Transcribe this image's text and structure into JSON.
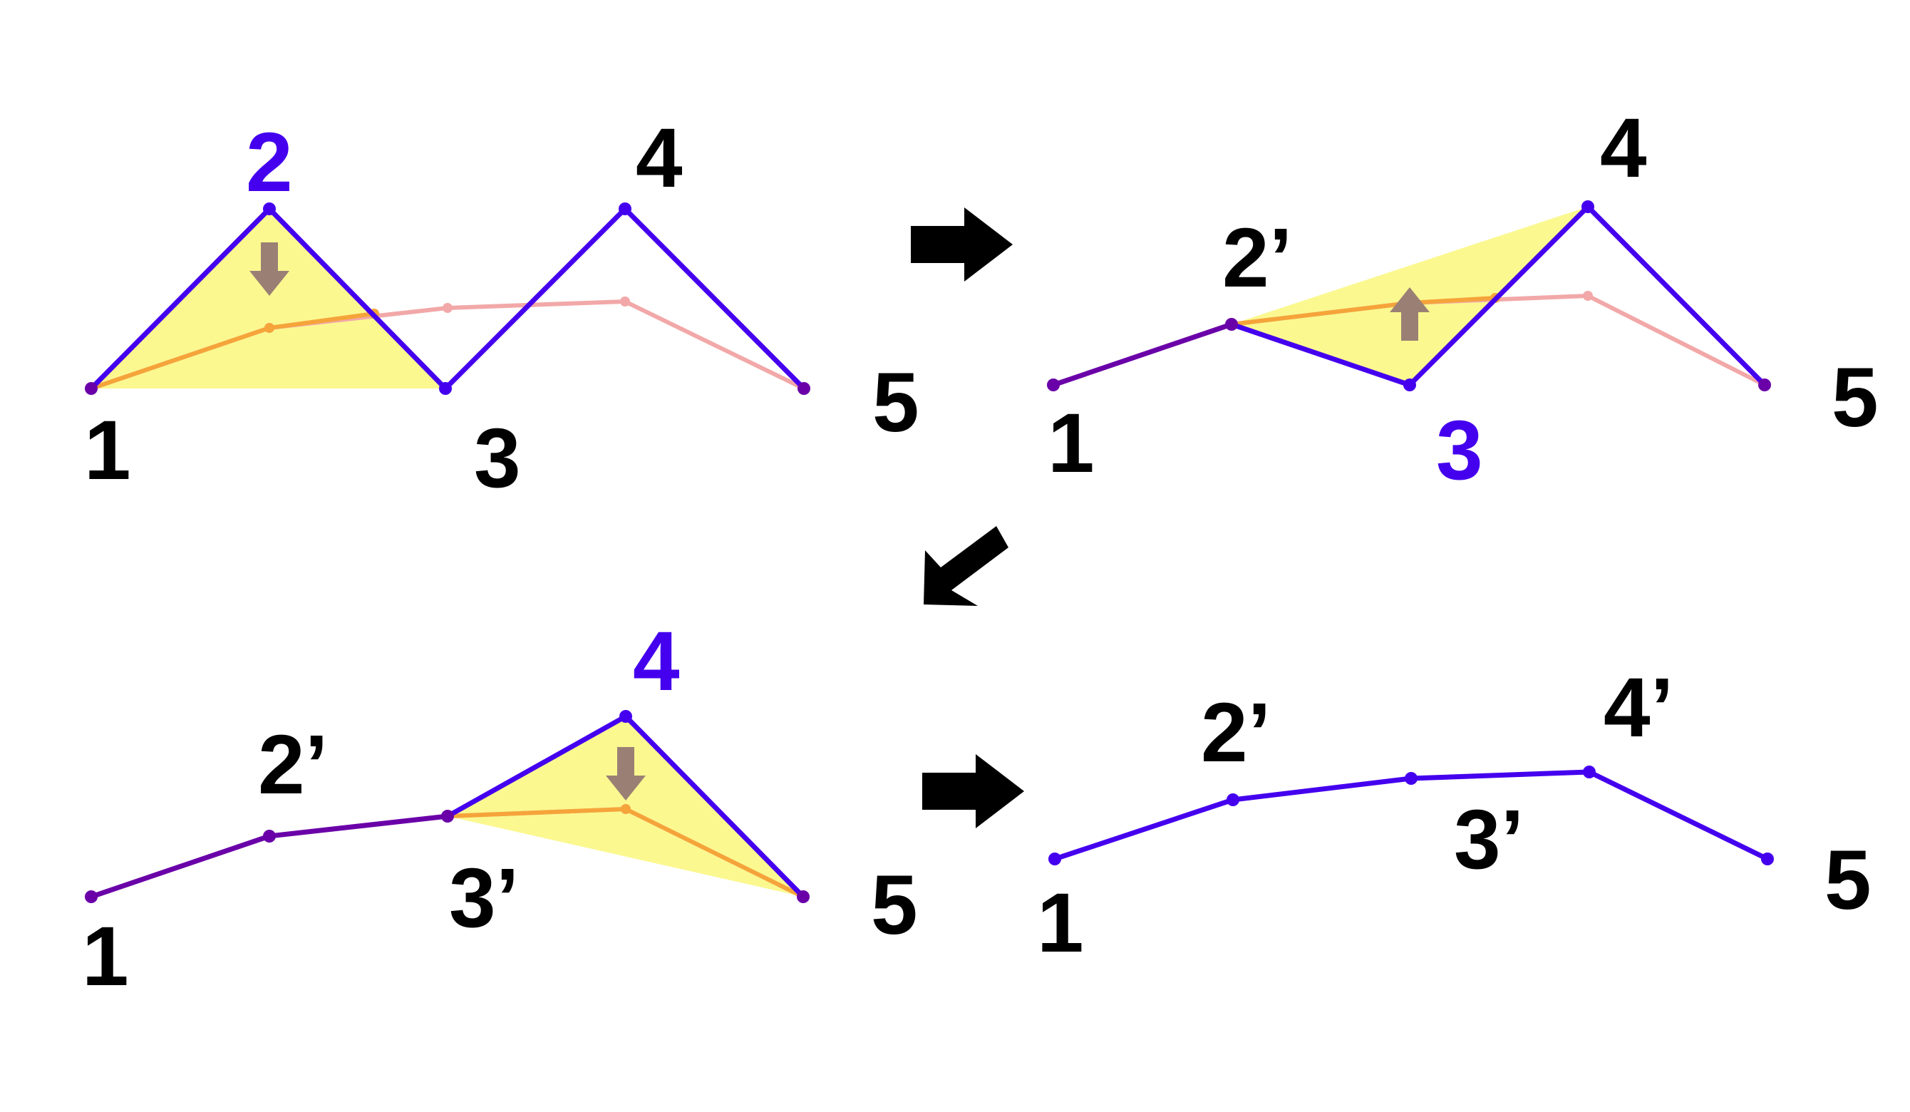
{
  "colors": {
    "active": "#4400ee",
    "settled": "#6a00a8",
    "target": "#f2a8a8",
    "target_in_triangle": "#f5a43a",
    "triangle": "#fbf784",
    "move_arrow": "#9a8074",
    "flow_arrow": "#000000",
    "label": "#000000"
  },
  "panels": [
    {
      "id": "step1",
      "labels": [
        {
          "text": "1",
          "role": "normal"
        },
        {
          "text": "2",
          "role": "active"
        },
        {
          "text": "3",
          "role": "normal"
        },
        {
          "text": "4",
          "role": "normal"
        },
        {
          "text": "5",
          "role": "normal"
        }
      ],
      "move_direction": "down"
    },
    {
      "id": "step2",
      "labels": [
        {
          "text": "1",
          "role": "normal"
        },
        {
          "text": "2’",
          "role": "normal"
        },
        {
          "text": "3",
          "role": "active"
        },
        {
          "text": "4",
          "role": "normal"
        },
        {
          "text": "5",
          "role": "normal"
        }
      ],
      "move_direction": "up"
    },
    {
      "id": "step3",
      "labels": [
        {
          "text": "1",
          "role": "normal"
        },
        {
          "text": "2’",
          "role": "normal"
        },
        {
          "text": "3’",
          "role": "normal"
        },
        {
          "text": "4",
          "role": "active"
        },
        {
          "text": "5",
          "role": "normal"
        }
      ],
      "move_direction": "down"
    },
    {
      "id": "step4",
      "labels": [
        {
          "text": "1",
          "role": "normal"
        },
        {
          "text": "2’",
          "role": "normal"
        },
        {
          "text": "3’",
          "role": "normal"
        },
        {
          "text": "4’",
          "role": "normal"
        },
        {
          "text": "5",
          "role": "normal"
        }
      ],
      "move_direction": "none"
    }
  ],
  "flow_arrows": [
    "right",
    "down-left",
    "right"
  ]
}
